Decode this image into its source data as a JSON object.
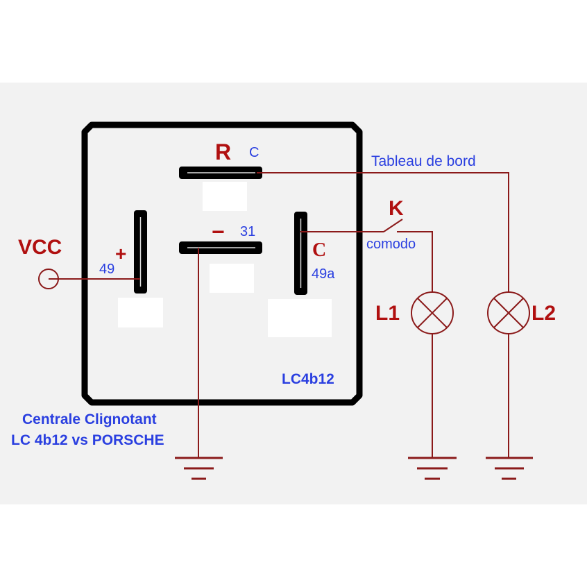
{
  "diagram": {
    "title_line1": "Centrale Clignotant",
    "title_line2": "LC 4b12 vs PORSCHE",
    "module_label": "LC4b12",
    "colors": {
      "wire": "#8b1a1a",
      "red_label": "#b01010",
      "blue_label": "#2a3fe0",
      "box": "#000000",
      "background": "#f2f2f2"
    },
    "pins": {
      "R": {
        "symbol": "R",
        "terminal": "C"
      },
      "minus": {
        "symbol": "−",
        "terminal": "31"
      },
      "plus": {
        "symbol": "+",
        "terminal": "49"
      },
      "C": {
        "symbol": "C",
        "terminal": "49a"
      }
    },
    "supply": {
      "label": "VCC"
    },
    "switch": {
      "label": "K",
      "name": "comodo"
    },
    "dashboard": {
      "label": "Tableau de bord"
    },
    "lamps": [
      {
        "label": "L1"
      },
      {
        "label": "L2"
      }
    ]
  }
}
